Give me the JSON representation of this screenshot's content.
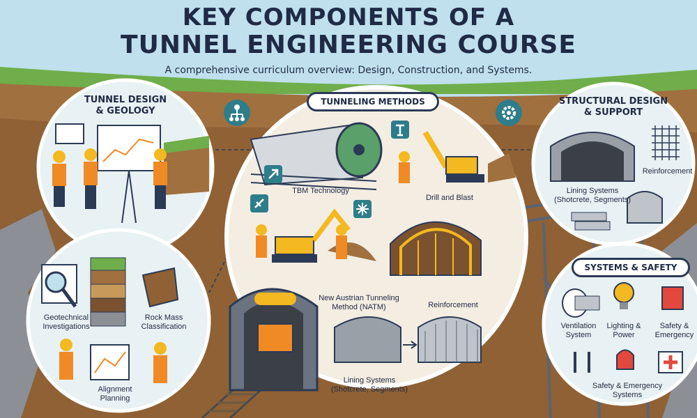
{
  "header": {
    "title_line1": "KEY COMPONENTS OF A",
    "title_line2": "TUNNEL ENGINEERING COURSE",
    "subtitle": "A comprehensive curriculum overview: Design, Construction, and Systems."
  },
  "sections": {
    "design_geology": {
      "title": "TUNNEL DESIGN & GEOLOGY",
      "items": {
        "geotech": "Geotechnical Investigations",
        "rock_mass": "Rock Mass Classification",
        "alignment": "Alignment Planning"
      }
    },
    "methods": {
      "title": "TUNNELING METHODS",
      "items": {
        "tbm": "TBM Technology",
        "drill_blast": "Drill and Blast",
        "natm": "New Austrian Tunneling Method (NATM)",
        "reinforcement": "Reinforcement",
        "lining": "Lining Systems (Shotcrete, Segments)"
      }
    },
    "structural": {
      "title": "STRUCTURAL DESIGN & SUPPORT",
      "items": {
        "reinforcement": "Reinforcement",
        "lining": "Lining Systems (Shotcrete, Segments)"
      }
    },
    "systems_safety": {
      "title": "SYSTEMS & SAFETY",
      "items": {
        "ventilation": "Ventilation System",
        "lighting": "Lighting & Power",
        "safety_emergency_top": "Safety & Emergency",
        "safety_emergency_bottom": "Safety & Emergency Systems"
      }
    }
  },
  "colors": {
    "sky": "#bfe0ec",
    "grass": "#6fae4a",
    "soil": "#a0703f",
    "rock": "#8c8f96",
    "ink": "#2b3a55",
    "vest": "#f08a24",
    "helmet": "#f4b820",
    "accent_teal": "#2e7d8a"
  },
  "icons": [
    "gear-icon",
    "org-chart-icon",
    "arrow-icon",
    "tools-icon",
    "drill-icon"
  ]
}
